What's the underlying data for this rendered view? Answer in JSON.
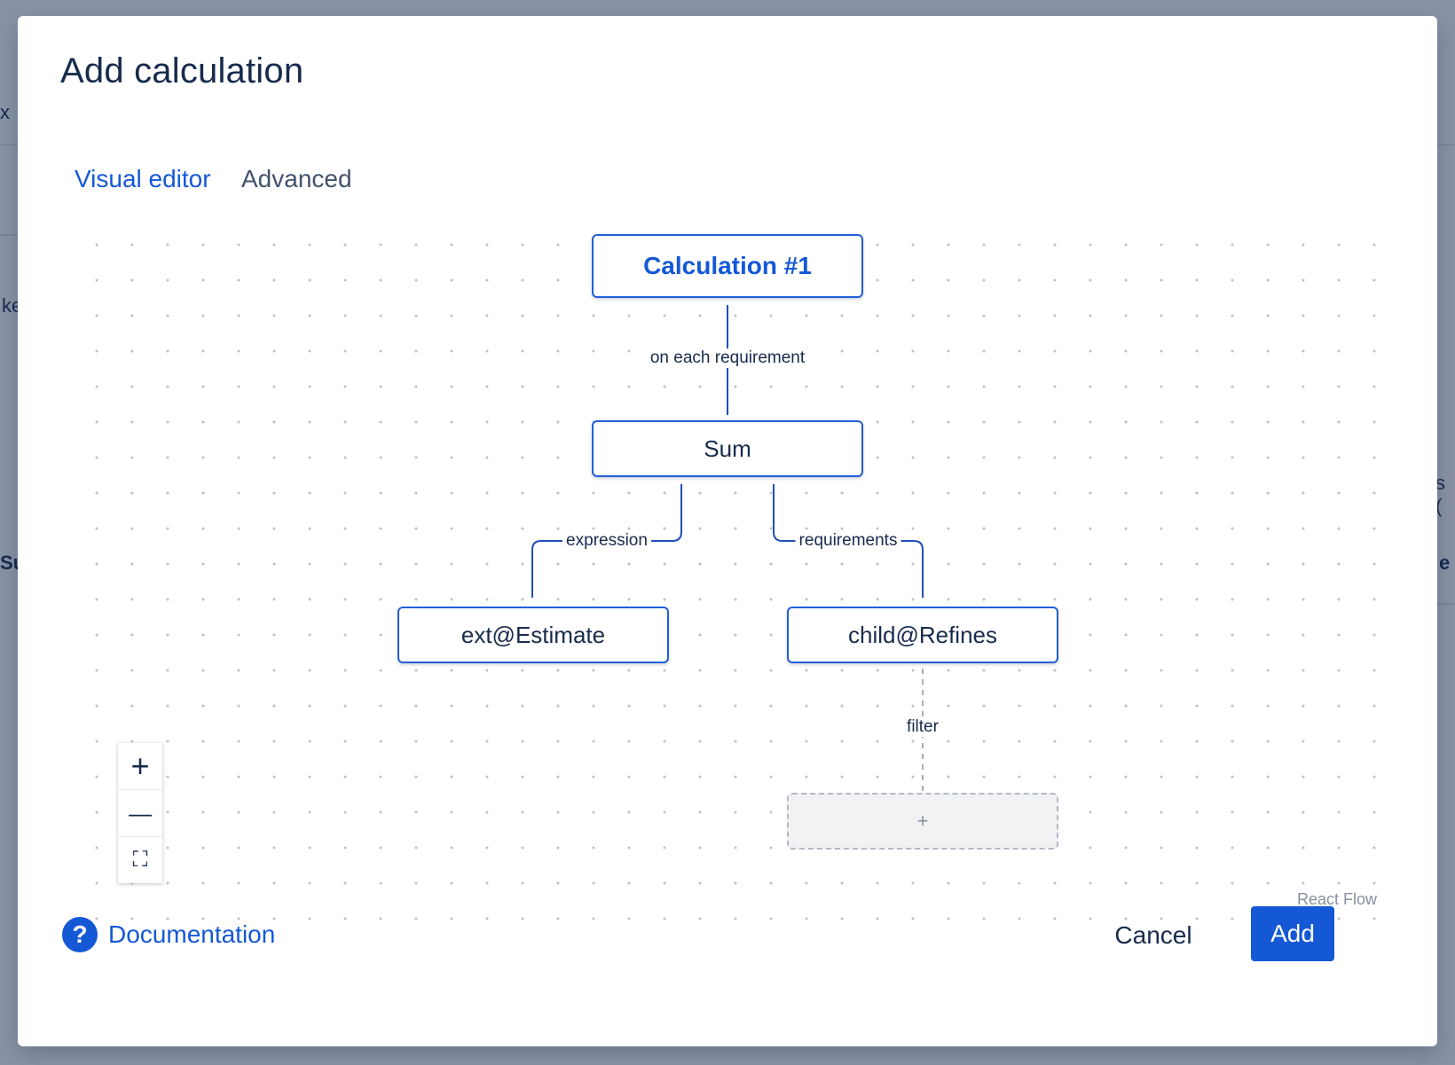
{
  "background": {
    "fragments": [
      "x",
      "ke",
      "Su",
      "e",
      "s ("
    ]
  },
  "modal": {
    "title": "Add calculation",
    "tabs": [
      {
        "label": "Visual editor",
        "active": true
      },
      {
        "label": "Advanced",
        "active": false
      }
    ]
  },
  "flow": {
    "nodes": {
      "root": "Calculation #1",
      "sum": "Sum",
      "estimate": "ext@Estimate",
      "refines": "child@Refines",
      "placeholder": "+"
    },
    "edge_labels": {
      "on_each": "on each requirement",
      "expression": "expression",
      "requirements": "requirements",
      "filter": "filter"
    },
    "controls": {
      "zoom_in": "+",
      "zoom_out": "—",
      "fit_view": "⛶"
    },
    "attribution": "React Flow"
  },
  "footer": {
    "documentation": "Documentation",
    "help_glyph": "?",
    "cancel": "Cancel",
    "add": "Add"
  },
  "colors": {
    "accent": "#1558d6",
    "text": "#172b4d",
    "overlay": "#8a93a5"
  }
}
